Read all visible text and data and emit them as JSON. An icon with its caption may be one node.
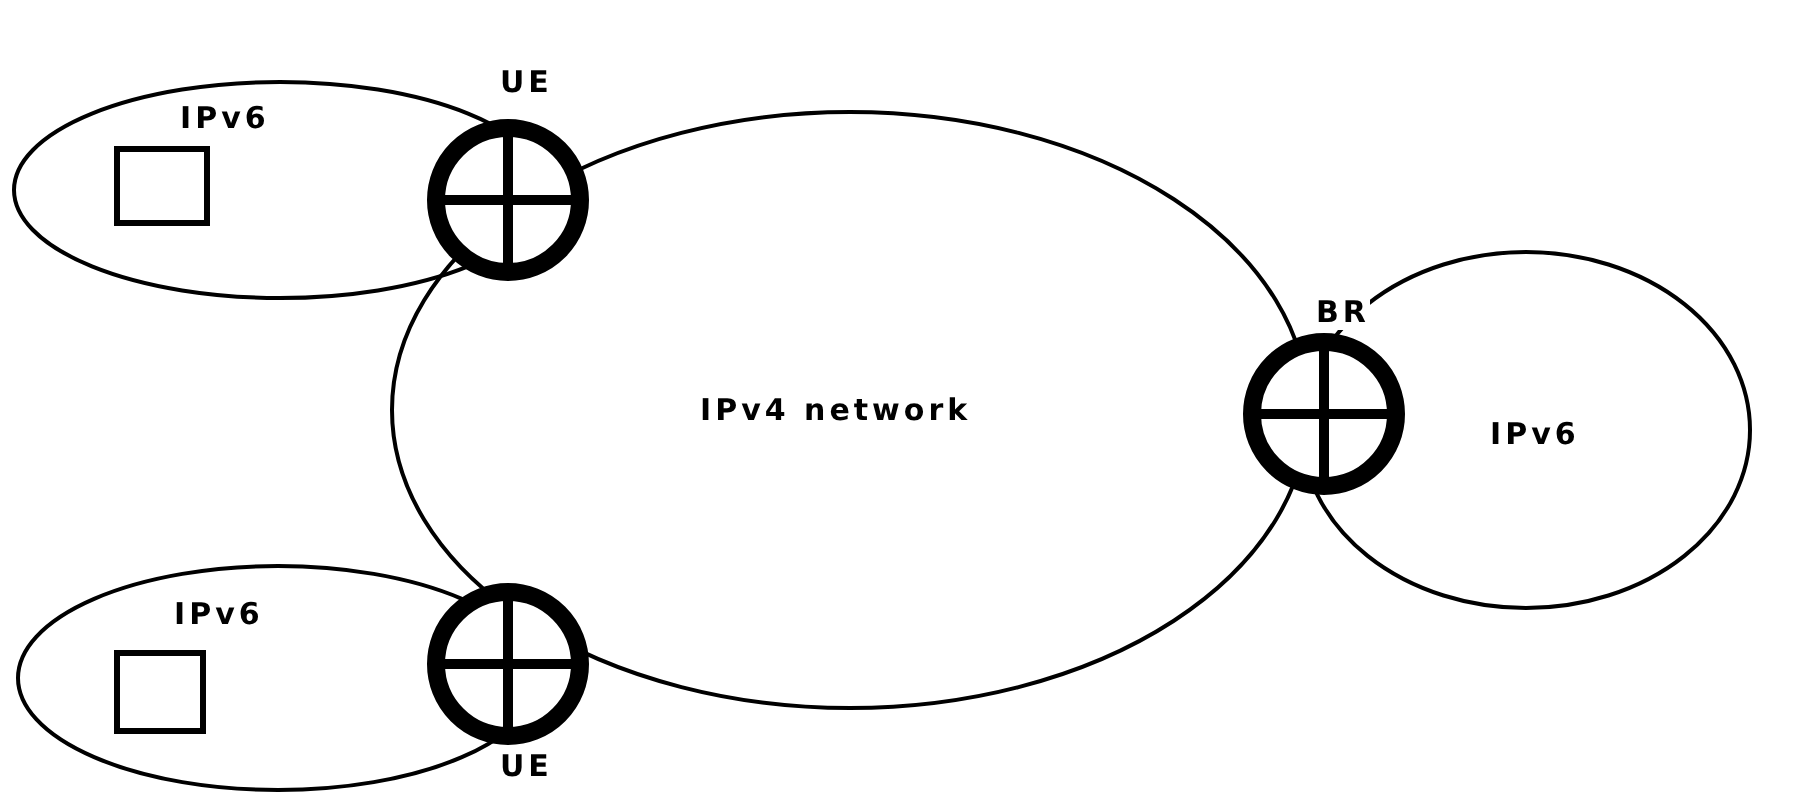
{
  "diagram": {
    "nodes": [
      {
        "text": [
          "IPv6"
        ]
      },
      {
        "text": [],
        "shape": "box",
        "in": 0
      },
      {
        "text": [
          "UE"
        ]
      },
      {
        "text": [
          "IPv4 network"
        ]
      },
      {
        "text": [
          "BR"
        ]
      },
      {
        "text": [
          "IPv6"
        ]
      },
      {
        "text": [
          "IPv6"
        ]
      },
      {
        "text": [],
        "shape": "box",
        "in": 6
      },
      {
        "text": [
          "UE"
        ]
      }
    ],
    "edges": []
  }
}
